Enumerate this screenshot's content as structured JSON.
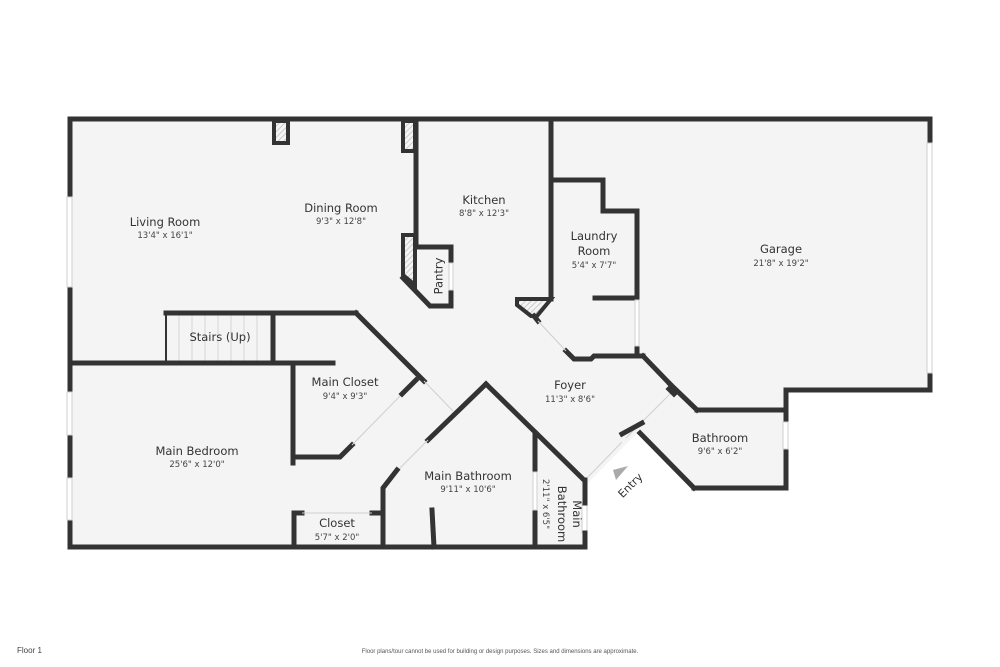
{
  "floor_label": "Floor 1",
  "disclaimer": "Floor plans/tour cannot be used for building or design purposes. Sizes and dimensions are approximate.",
  "colors": {
    "wall": "#333333",
    "floor": "#f4f4f4",
    "background": "#ffffff",
    "entry_arrow": "#aaaaaa"
  },
  "rooms": {
    "living_room": {
      "name": "Living Room",
      "dims": "13'4\" x 16'1\""
    },
    "dining_room": {
      "name": "Dining Room",
      "dims": "9'3\" x 12'8\""
    },
    "kitchen": {
      "name": "Kitchen",
      "dims": "8'8\" x 12'3\""
    },
    "pantry": {
      "name": "Pantry"
    },
    "laundry_room": {
      "name_line1": "Laundry",
      "name_line2": "Room",
      "dims": "5'4\" x 7'7\""
    },
    "garage": {
      "name": "Garage",
      "dims": "21'8\" x 19'2\""
    },
    "stairs": {
      "name": "Stairs (Up)"
    },
    "main_closet": {
      "name": "Main Closet",
      "dims": "9'4\" x 9'3\""
    },
    "foyer": {
      "name": "Foyer",
      "dims": "11'3\" x 8'6\""
    },
    "main_bedroom": {
      "name": "Main Bedroom",
      "dims": "25'6\" x 12'0\""
    },
    "main_bathroom": {
      "name": "Main Bathroom",
      "dims": "9'11\" x 10'6\""
    },
    "main_bathroom_small": {
      "name_line1": "Main",
      "name_line2": "Bathroom",
      "dims": "2'11\" x 6'5\""
    },
    "closet": {
      "name": "Closet",
      "dims": "5'7\" x 2'0\""
    },
    "bathroom": {
      "name": "Bathroom",
      "dims": "9'6\" x 6'2\""
    }
  },
  "entry": {
    "label": "Entry",
    "icon": "triangle-arrow-icon"
  }
}
